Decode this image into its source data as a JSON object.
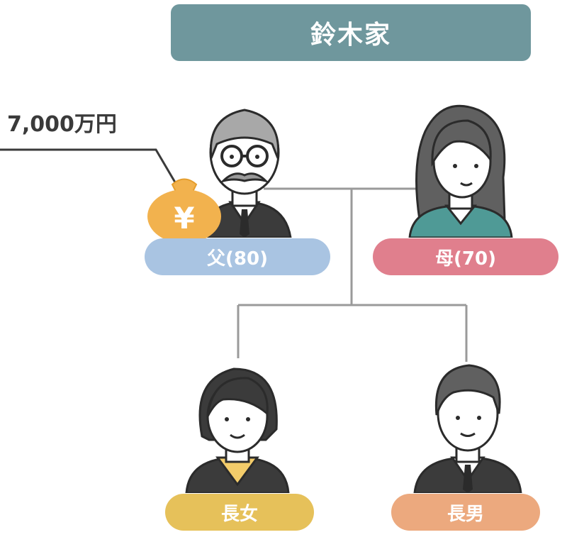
{
  "title": "鈴木家",
  "amount": "7,000万円",
  "moneybag_symbol": "¥",
  "members": {
    "father": {
      "label": "父(80)",
      "color": "#a9c4e2"
    },
    "mother": {
      "label": "母(70)",
      "color": "#e07f8d"
    },
    "daughter": {
      "label": "長女",
      "color": "#e6c15a"
    },
    "son": {
      "label": "長男",
      "color": "#eca97e"
    }
  },
  "colors": {
    "title_bg": "#6f979d",
    "moneybag": "#f2b24e",
    "line": "#9a9a9a"
  }
}
